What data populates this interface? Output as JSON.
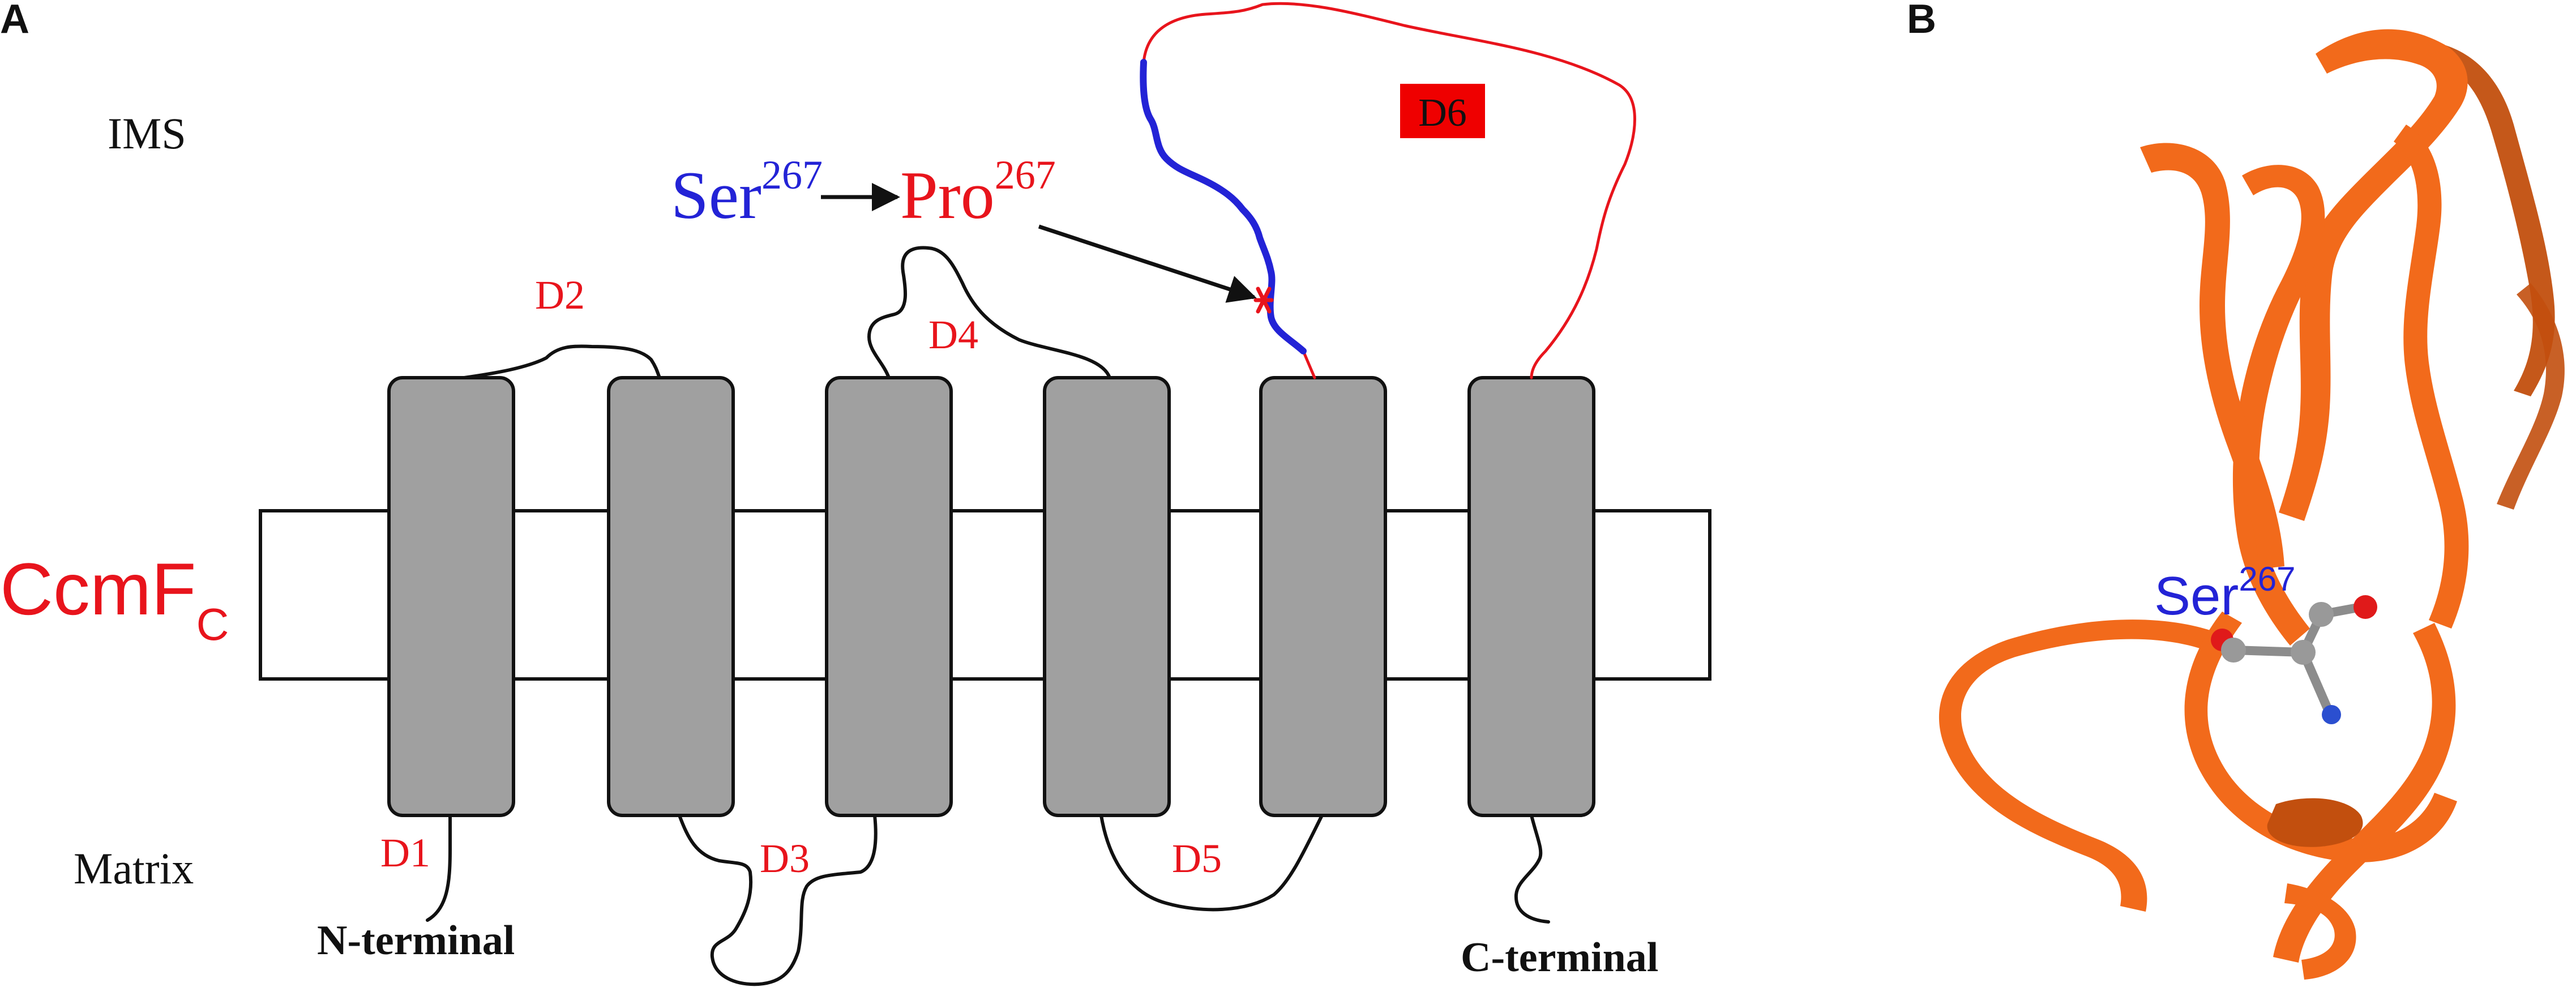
{
  "panels": {
    "a_label": "A",
    "b_label": "B"
  },
  "regions": {
    "ims": "IMS",
    "matrix": "Matrix"
  },
  "protein": {
    "name": "CcmF",
    "subscript": "C",
    "color": "#e8141c"
  },
  "domains": [
    "D1",
    "D2",
    "D3",
    "D4",
    "D5",
    "D6"
  ],
  "termini": {
    "n": "N-terminal",
    "c": "C-terminal"
  },
  "mutation": {
    "from_residue": "Ser",
    "from_number": "267",
    "to_residue": "Pro",
    "to_number": "267",
    "from_color": "#2323d6",
    "to_color": "#e8141c"
  },
  "structure": {
    "residue_label": "Ser",
    "residue_number": "267",
    "ribbon_color": "#f26a1b"
  },
  "colors": {
    "helix_fill": "#a0a0a0",
    "loop_black": "#111111",
    "loop_red": "#e8141c",
    "loop_blue": "#2323d6",
    "d6_badge": "#ef0000"
  }
}
